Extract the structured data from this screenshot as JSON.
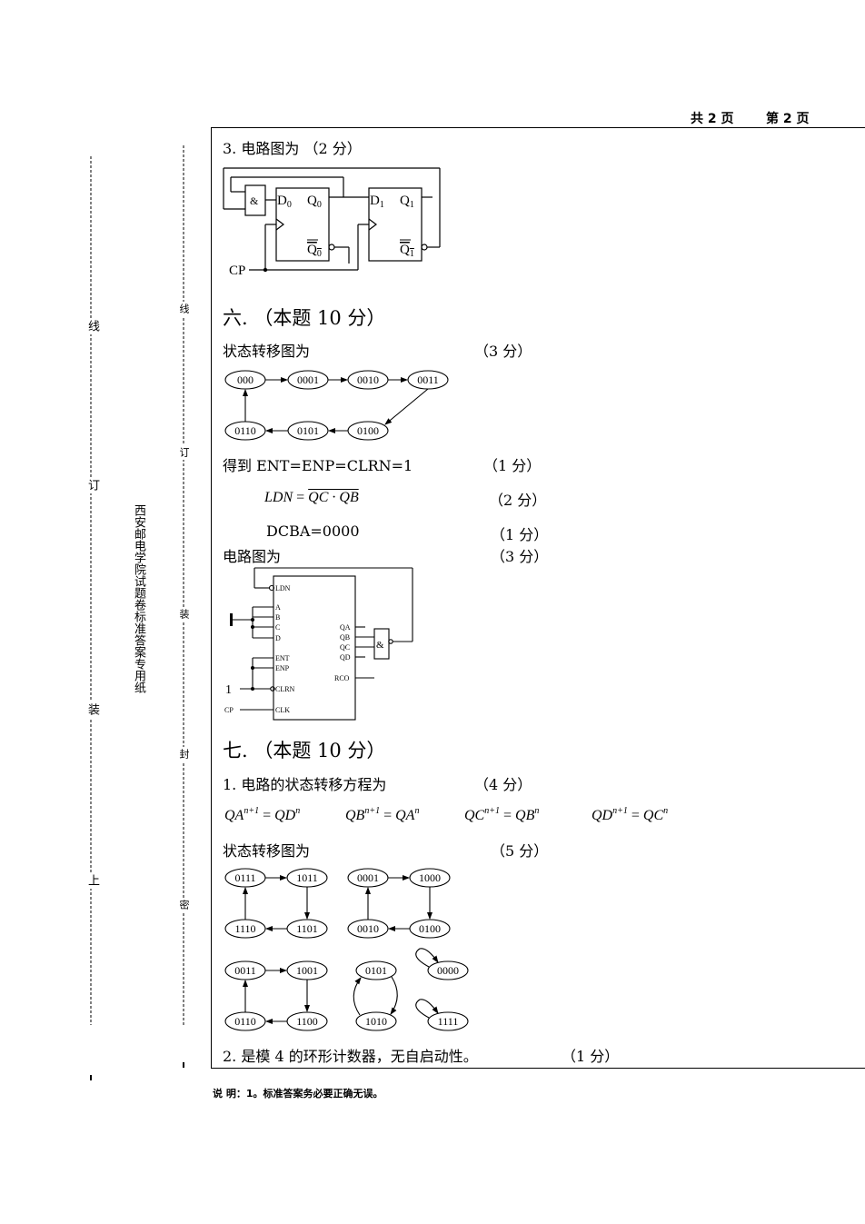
{
  "header": {
    "pages_total": "共 2 页",
    "page_current": "第 2 页"
  },
  "margin": {
    "school_note": "西安邮电学院试题卷标准答案专用纸",
    "outer_labels": [
      "线",
      "订",
      "装",
      "上"
    ],
    "inner_labels": [
      "线",
      "订",
      "装",
      "封",
      "密"
    ]
  },
  "part3": {
    "title": "3. 电路图为 （2 分）",
    "circuit": {
      "and_gate": "&",
      "ff0": {
        "d": "D",
        "d_sub": "0",
        "q": "Q",
        "q_sub": "0",
        "qbar": "Q",
        "qbar_sub": "0"
      },
      "ff1": {
        "d": "D",
        "d_sub": "1",
        "q": "Q",
        "q_sub": "1",
        "qbar": "Q",
        "qbar_sub": "1"
      },
      "clock": "CP"
    }
  },
  "q6": {
    "title": "六. （本题 10 分）",
    "state_label": "状态转移图为",
    "state_points": "（3 分）",
    "states_top": [
      "000",
      "0001",
      "0010",
      "0011"
    ],
    "states_bottom": [
      "0110",
      "0101",
      "0100"
    ],
    "line_ent": "得到 ENT=ENP=CLRN=1",
    "points_ent": "（1 分）",
    "ldn_lhs": "LDN",
    "ldn_eq": " = ",
    "ldn_rhs": "QC · QB",
    "points_ldn": "（2 分）",
    "line_dcba": "DCBA=0000",
    "points_dcba": "（1 分）",
    "circuit_label": "电路图为",
    "points_circuit": "（3 分）",
    "chip": {
      "pins_left": [
        "LDN",
        "A",
        "B",
        "C",
        "D",
        "ENT",
        "ENP",
        "CLRN",
        "CLK"
      ],
      "pins_right": [
        "QA",
        "QB",
        "QC",
        "QD",
        "RCO"
      ],
      "gate": "&",
      "one": "1",
      "cp": "CP"
    }
  },
  "q7": {
    "title": "七. （本题 10 分）",
    "line1": "1. 电路的状态转移方程为",
    "points1": "（4 分）",
    "eq": [
      {
        "lhs": "QA",
        "rhs": "QD"
      },
      {
        "lhs": "QB",
        "rhs": "QA"
      },
      {
        "lhs": "QC",
        "rhs": "QB"
      },
      {
        "lhs": "QD",
        "rhs": "QC"
      }
    ],
    "sup_next": "n+1",
    "sup_n": "n",
    "state_label": "状态转移图为",
    "state_points": "（5 分）",
    "cycle_a": [
      "0111",
      "1011",
      "1101",
      "1110"
    ],
    "cycle_b": [
      "0001",
      "1000",
      "0100",
      "0010"
    ],
    "cycle_c": [
      "0011",
      "1001",
      "1100",
      "0110"
    ],
    "cycle_d": [
      "0101",
      "1010"
    ],
    "self_loops": [
      "0000",
      "1111"
    ],
    "line2": "2.  是模 4 的环形计数器，无自启动性。",
    "points2": "（1 分）"
  },
  "footer": {
    "note": "说 明：1。标准答案务必要正确无误。"
  }
}
